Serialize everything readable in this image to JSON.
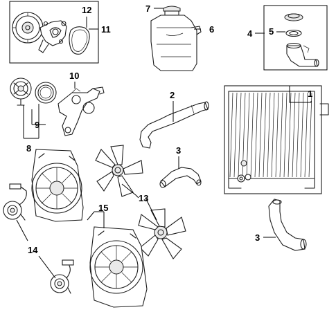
{
  "callouts": [
    {
      "id": "c1",
      "label": "1"
    },
    {
      "id": "c2",
      "label": "2"
    },
    {
      "id": "c3a",
      "label": "3"
    },
    {
      "id": "c3b",
      "label": "3"
    },
    {
      "id": "c4",
      "label": "4"
    },
    {
      "id": "c5",
      "label": "5"
    },
    {
      "id": "c6",
      "label": "6"
    },
    {
      "id": "c7",
      "label": "7"
    },
    {
      "id": "c8",
      "label": "8"
    },
    {
      "id": "c9",
      "label": "9"
    },
    {
      "id": "c10",
      "label": "10"
    },
    {
      "id": "c11",
      "label": "11"
    },
    {
      "id": "c12",
      "label": "12"
    },
    {
      "id": "c13",
      "label": "13"
    },
    {
      "id": "c14",
      "label": "14"
    },
    {
      "id": "c15",
      "label": "15"
    }
  ]
}
